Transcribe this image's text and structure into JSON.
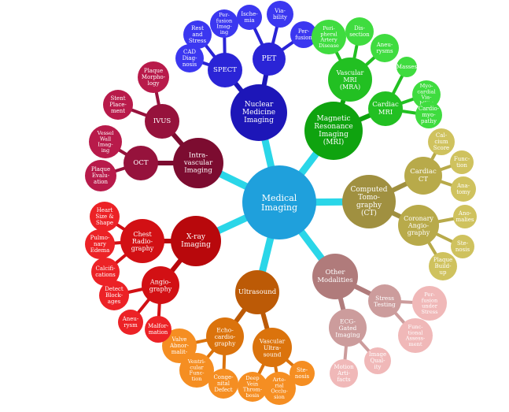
{
  "colors": {
    "center": "#1fa0dc",
    "link": "#2ad6e8",
    "nuclear": [
      "#1d16b8",
      "#2a24d6",
      "#3b37f0"
    ],
    "mri": [
      "#0fa30f",
      "#22c022",
      "#3fdc3f"
    ],
    "ct": [
      "#a09040",
      "#b8aa4a",
      "#cfc25e"
    ],
    "other": [
      "#b07b7b",
      "#cc9c9c",
      "#f0b8b8"
    ],
    "ultra": [
      "#bc5a06",
      "#db730c",
      "#f58e22"
    ],
    "xray": [
      "#b8080c",
      "#d21014",
      "#ec2226"
    ],
    "ivus": [
      "#7c0c30",
      "#96123c",
      "#b81a4a"
    ]
  },
  "center": {
    "label": [
      "Medical",
      "Imaging"
    ]
  },
  "branches": {
    "nuclear": {
      "label": [
        "Nuclear",
        "Medicine",
        "Imaging"
      ],
      "spect": {
        "label": [
          "SPECT"
        ],
        "leaves": [
          [
            "CAD",
            "Diag-",
            "nosis"
          ],
          [
            "Rest",
            "and",
            "Stress"
          ],
          [
            "Per-",
            "fusion",
            "Imag-",
            "ing"
          ]
        ]
      },
      "pet": {
        "label": [
          "PET"
        ],
        "leaves": [
          [
            "Ische-",
            "mia"
          ],
          [
            "Via-",
            "bility"
          ],
          [
            "Per-",
            "fusion"
          ]
        ]
      }
    },
    "mri": {
      "label": [
        "Magnetic",
        "Resonance",
        "Imaging",
        "(MRI)"
      ],
      "vascular": {
        "label": [
          "Vascular",
          "MRI",
          "(MRA)"
        ],
        "leaves": [
          [
            "Peri-",
            "pheral",
            "Artery",
            "Disease"
          ],
          [
            "Dis-",
            "section"
          ],
          [
            "Aneu-",
            "rysms"
          ]
        ]
      },
      "cardiac": {
        "label": [
          "Cardiac",
          "MRI"
        ],
        "leaves": [
          [
            "Masses"
          ],
          [
            "Myo-",
            "cardial",
            "Via-",
            "bility"
          ],
          [
            "Cardio-",
            "myo-",
            "pathy"
          ]
        ]
      }
    },
    "ct": {
      "label": [
        "Computed",
        "Tomo-",
        "graphy",
        "(CT)"
      ],
      "cardiac": {
        "label": [
          "Cardiac",
          "CT"
        ],
        "leaves": [
          [
            "Cal-",
            "cium",
            "Score"
          ],
          [
            "Func-",
            "tion"
          ],
          [
            "Ana-",
            "tomy"
          ]
        ]
      },
      "coronary": {
        "label": [
          "Coronary",
          "Angio-",
          "graphy"
        ],
        "leaves": [
          [
            "Ano-",
            "malies"
          ],
          [
            "Ste-",
            "nosis"
          ],
          [
            "Plaque",
            "Build-",
            "up"
          ]
        ]
      }
    },
    "other": {
      "label": [
        "Other",
        "Modalities"
      ],
      "stress": {
        "label": [
          "Stress",
          "Testing"
        ],
        "leaves": [
          [
            "Per-",
            "fusion",
            "under",
            "Stress"
          ],
          [
            "Func-",
            "tional",
            "Assess-",
            "ment"
          ]
        ]
      },
      "ecg": {
        "label": [
          "ECG-",
          "Gated",
          "Imaging"
        ],
        "leaves": [
          [
            "Image",
            "Qual-",
            "ity"
          ],
          [
            "Motion",
            "Arti-",
            "facts"
          ]
        ]
      }
    },
    "ultra": {
      "label": [
        "Ultrasound"
      ],
      "echo": {
        "label": [
          "Echo-",
          "cardio-",
          "graphy"
        ],
        "leaves": [
          [
            "Valve",
            "Abnor-",
            "malit-"
          ],
          [
            "Ventri-",
            "cular",
            "Func-",
            "tion"
          ],
          [
            "Conge-",
            "nital",
            "Defect"
          ]
        ]
      },
      "vascular": {
        "label": [
          "Vascular",
          "Ultra-",
          "sound"
        ],
        "leaves": [
          [
            "Deep",
            "Vein",
            "Throm-",
            "bosis"
          ],
          [
            "Arte-",
            "rial",
            "Occlu-",
            "sion"
          ],
          [
            "Ste-",
            "nosis"
          ]
        ]
      }
    },
    "xray": {
      "label": [
        "X-ray",
        "Imaging"
      ],
      "chest": {
        "label": [
          "Chest",
          "Radio-",
          "graphy"
        ],
        "leaves": [
          [
            "Heart",
            "Size &",
            "Shape"
          ],
          [
            "Pulmo-",
            "nary",
            "Edema"
          ],
          [
            "Calcifi-",
            "cations"
          ]
        ]
      },
      "angio": {
        "label": [
          "Angio-",
          "graphy"
        ],
        "leaves": [
          [
            "Detect",
            "Block-",
            "ages"
          ],
          [
            "Aneu-",
            "rysm"
          ],
          [
            "Malfor-",
            "mation"
          ]
        ]
      }
    },
    "ivus": {
      "label": [
        "Intra-",
        "vascular",
        "Imaging"
      ],
      "ivus": {
        "label": [
          "IVUS"
        ],
        "leaves": [
          [
            "Plaque",
            "Morpho-",
            "logy"
          ],
          [
            "Stent",
            "Place-",
            "ment"
          ]
        ]
      },
      "oct": {
        "label": [
          "OCT"
        ],
        "leaves": [
          [
            "Vessel",
            "Wall",
            "Imag-",
            "ing"
          ],
          [
            "Plaque",
            "Evalu-",
            "ation"
          ]
        ]
      }
    }
  }
}
